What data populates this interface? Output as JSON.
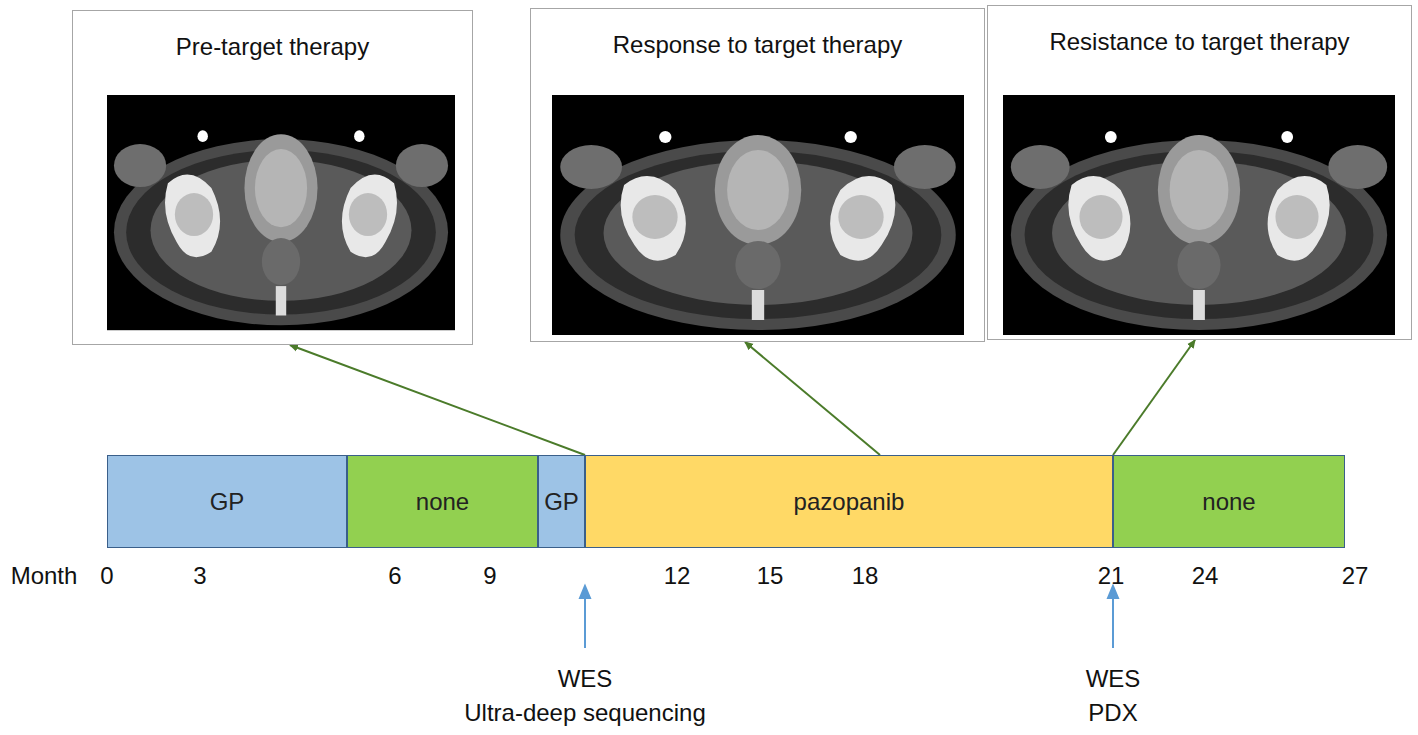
{
  "diagram": {
    "nodes": [
      {
        "text": [
          "Pre-target therapy"
        ]
      },
      {
        "text": [
          "Response to target therapy"
        ]
      },
      {
        "text": [
          "Resistance to target therapy"
        ]
      },
      {
        "text": [
          "GP"
        ]
      },
      {
        "text": [
          "none"
        ]
      },
      {
        "text": [
          "GP"
        ]
      },
      {
        "text": [
          "pazopanib"
        ]
      },
      {
        "text": [
          "none"
        ]
      }
    ],
    "edges": [
      {
        "from": 6,
        "to": 0,
        "arrow": "to"
      },
      {
        "from": 6,
        "to": 1,
        "arrow": "to"
      },
      {
        "from": 6,
        "to": 2,
        "arrow": "to"
      }
    ],
    "labels": [
      "Month",
      "0",
      "3",
      "6",
      "9",
      "12",
      "15",
      "18",
      "21",
      "24",
      "27",
      "WES",
      "Ultra-deep sequencing",
      "WES",
      "PDX"
    ]
  }
}
